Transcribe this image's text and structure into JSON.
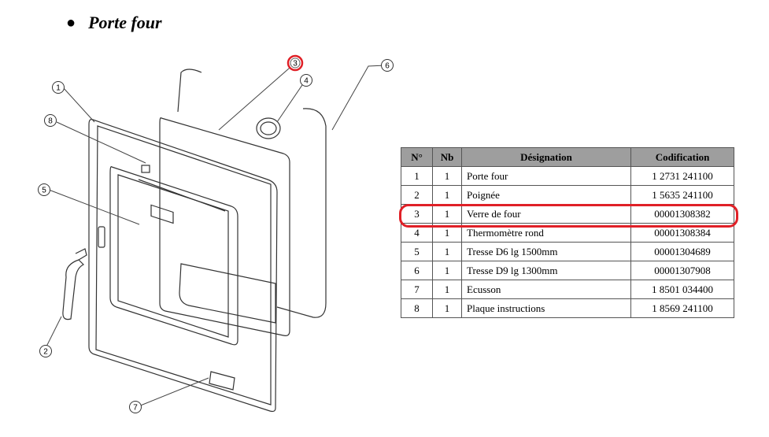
{
  "title": "Porte four",
  "callouts": [
    {
      "num": "1",
      "highlighted": false
    },
    {
      "num": "2",
      "highlighted": false
    },
    {
      "num": "3",
      "highlighted": true
    },
    {
      "num": "4",
      "highlighted": false
    },
    {
      "num": "5",
      "highlighted": false
    },
    {
      "num": "6",
      "highlighted": false
    },
    {
      "num": "7",
      "highlighted": false
    },
    {
      "num": "8",
      "highlighted": false
    }
  ],
  "table": {
    "headers": [
      "N°",
      "Nb",
      "Désignation",
      "Codification"
    ],
    "rows": [
      {
        "n": "1",
        "nb": "1",
        "designation": "Porte four",
        "code": "1 2731 241100"
      },
      {
        "n": "2",
        "nb": "1",
        "designation": "Poignée",
        "code": "1 5635 241100"
      },
      {
        "n": "3",
        "nb": "1",
        "designation": "Verre de four",
        "code": "00001308382",
        "highlighted": true
      },
      {
        "n": "4",
        "nb": "1",
        "designation": "Thermomètre rond",
        "code": "00001308384"
      },
      {
        "n": "5",
        "nb": "1",
        "designation": "Tresse D6 lg 1500mm",
        "code": "00001304689"
      },
      {
        "n": "6",
        "nb": "1",
        "designation": "Tresse D9 lg 1300mm",
        "code": "00001307908"
      },
      {
        "n": "7",
        "nb": "1",
        "designation": "Ecusson",
        "code": "1 8501 034400"
      },
      {
        "n": "8",
        "nb": "1",
        "designation": "Plaque instructions",
        "code": "1 8569 241100"
      }
    ]
  },
  "colors": {
    "highlight": "#e02027",
    "header_bg": "#9e9e9e",
    "line": "#333333"
  },
  "icons": [
    "bullet-icon"
  ]
}
